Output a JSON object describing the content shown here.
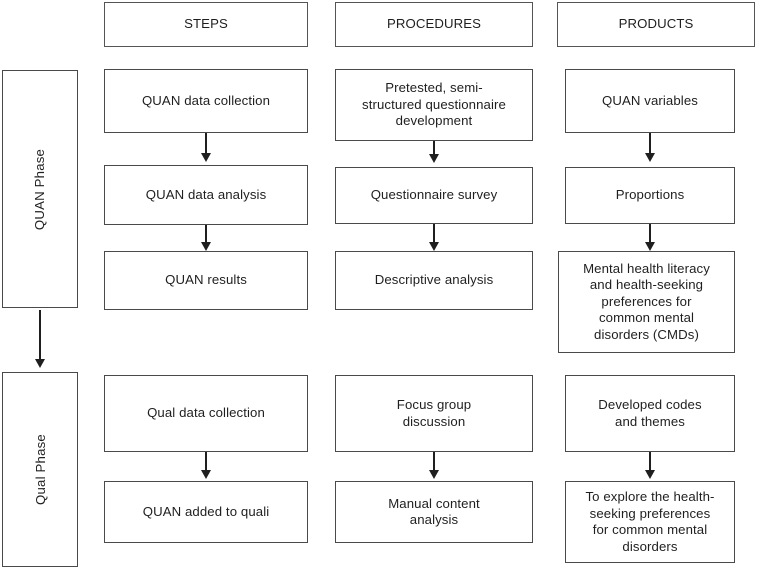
{
  "diagram": {
    "title": "Mixed methods exploratory sequential study flowchart",
    "accent_color": "#1f1f1f",
    "border_color": "#4a4a4a",
    "background_color": "#ffffff"
  },
  "column_headers": [
    {
      "id": "steps",
      "label": "STEPS"
    },
    {
      "id": "procedures",
      "label": "PROCEDURES"
    },
    {
      "id": "products",
      "label": "PRODUCTS"
    }
  ],
  "phases": [
    {
      "id": "quan-phase",
      "label": "QUAN Phase"
    },
    {
      "id": "qual-phase",
      "label": "Qual Phase"
    }
  ],
  "phase_connector": {
    "from": "QUAN Phase",
    "to": "Qual Phase"
  },
  "quan_phase": {
    "steps": [
      {
        "id": "quan-data-collection",
        "label": "QUAN data collection"
      },
      {
        "id": "quan-data-analysis",
        "label": "QUAN data analysis"
      },
      {
        "id": "quan-results",
        "label": "QUAN results"
      }
    ],
    "procedures": [
      {
        "id": "questionnaire-development",
        "label": "Pretested, semi-\nstructured questionnaire\ndevelopment"
      },
      {
        "id": "questionnaire-survey",
        "label": "Questionnaire survey"
      },
      {
        "id": "descriptive-analysis",
        "label": "Descriptive analysis"
      }
    ],
    "products": [
      {
        "id": "quan-variables",
        "label": "QUAN variables"
      },
      {
        "id": "proportions",
        "label": "Proportions"
      },
      {
        "id": "mental-health-literacy",
        "label": "Mental health literacy\nand health-seeking\npreferences for\ncommon mental\ndisorders (CMDs)"
      }
    ]
  },
  "qual_phase": {
    "steps": [
      {
        "id": "qual-data-collection",
        "label": "Qual data collection"
      },
      {
        "id": "quan-added-to-quali",
        "label": "QUAN added to quali"
      }
    ],
    "procedures": [
      {
        "id": "focus-group-discussion",
        "label": "Focus group\ndiscussion"
      },
      {
        "id": "manual-content-analysis",
        "label": "Manual content\nanalysis"
      }
    ],
    "products": [
      {
        "id": "developed-codes-themes",
        "label": "Developed codes\nand themes"
      },
      {
        "id": "explore-health-seeking",
        "label": "To explore the health-\nseeking preferences\nfor common mental\ndisorders"
      }
    ]
  }
}
